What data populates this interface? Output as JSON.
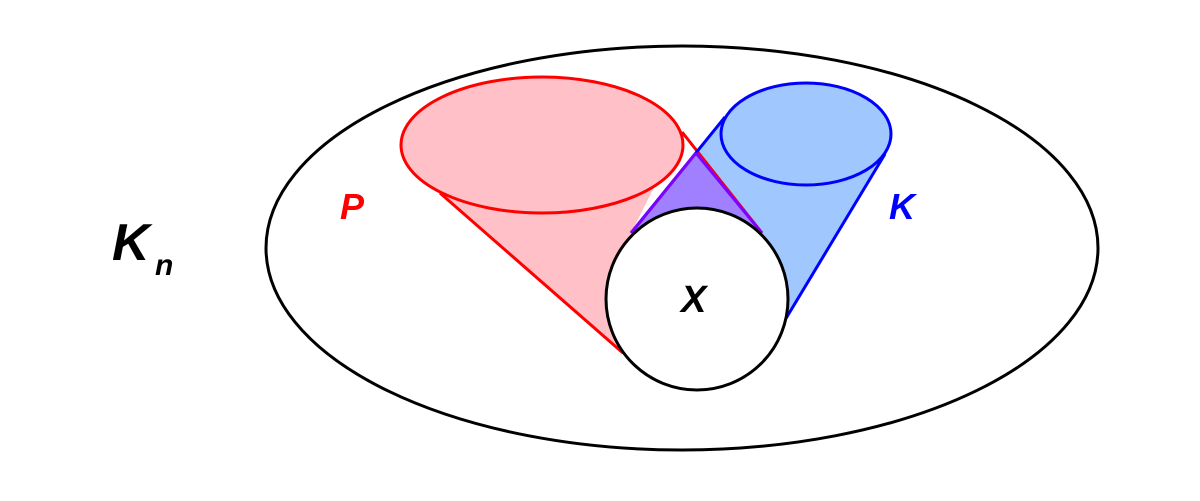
{
  "diagram": {
    "labels": {
      "kn_main": "K",
      "kn_sub": "n",
      "p": "P",
      "k": "K",
      "x": "X"
    },
    "colors": {
      "outline": "#000000",
      "red": "#ff0000",
      "red_fill": "#ffc0c8",
      "blue": "#0000ff",
      "blue_fill": "#a0c8ff",
      "overlap_fill": "#a080ff",
      "background": "#ffffff"
    }
  }
}
